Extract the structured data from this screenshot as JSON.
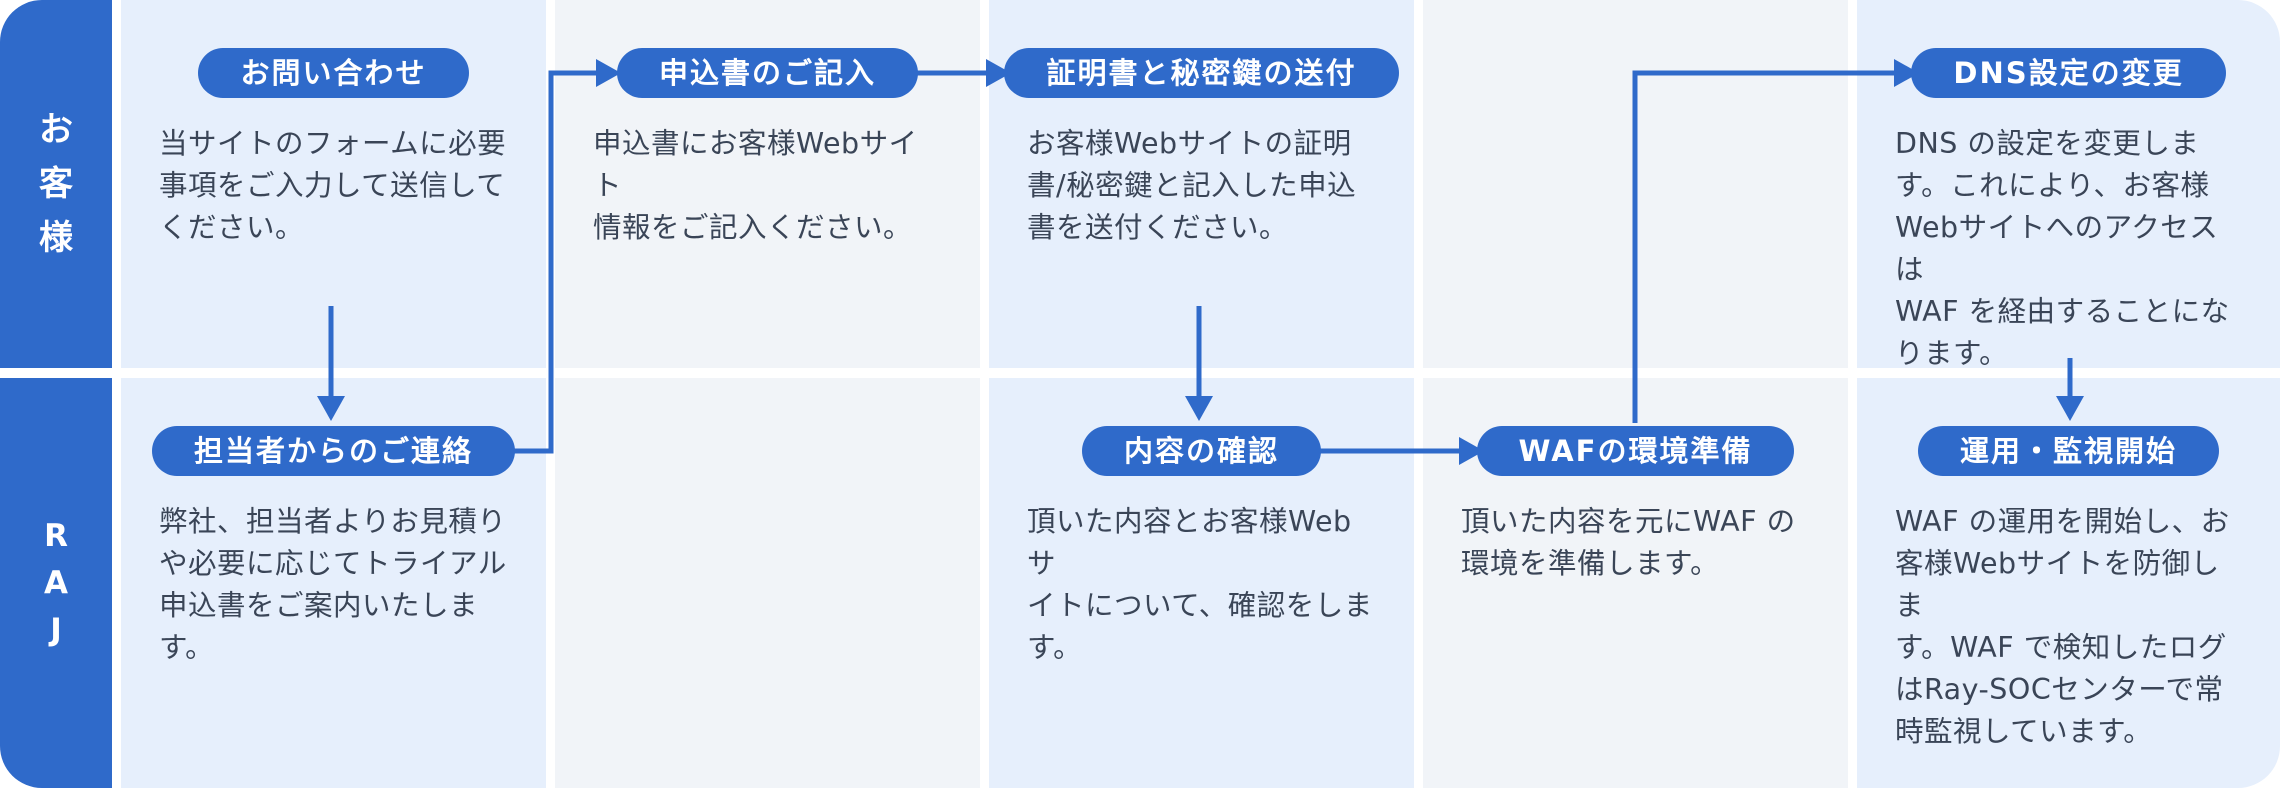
{
  "colors": {
    "primary_blue": "#2F6ACA",
    "cell_light_blue": "#E6EFFC",
    "cell_light_gray": "#F1F4F8",
    "text_dark": "#3A4557",
    "background": "#FFFFFF"
  },
  "lanes": [
    {
      "id": "customer",
      "label": "お客様",
      "label_chars": [
        "お",
        "客",
        "様"
      ]
    },
    {
      "id": "raj",
      "label": "RAJ",
      "label_chars": [
        "R",
        "A",
        "J"
      ]
    }
  ],
  "steps": [
    {
      "id": "inquiry",
      "lane": "customer",
      "column": 1,
      "title": "お問い合わせ",
      "description": "当サイトのフォームに必要\n事項をご入力して送信して\nください。"
    },
    {
      "id": "fill-application",
      "lane": "customer",
      "column": 2,
      "title": "申込書のご記入",
      "description": "申込書にお客様Webサイト\n情報をご記入ください。"
    },
    {
      "id": "send-cert-key",
      "lane": "customer",
      "column": 3,
      "title": "証明書と秘密鍵の送付",
      "description": "お客様Webサイトの証明\n書/秘密鍵と記入した申込\n書を送付ください。"
    },
    {
      "id": "dns-change",
      "lane": "customer",
      "column": 5,
      "title": "DNS設定の変更",
      "description": "DNS の設定を変更しま\nす。これにより、お客様\nWebサイトへのアクセスは\nWAF を経由することにな\nります。"
    },
    {
      "id": "contact-from-staff",
      "lane": "raj",
      "column": 1,
      "title": "担当者からのご連絡",
      "description": "弊社、担当者よりお見積り\nや必要に応じてトライアル\n申込書をご案内いたしま\nす。"
    },
    {
      "id": "confirm-content",
      "lane": "raj",
      "column": 3,
      "title": "内容の確認",
      "description": "頂いた内容とお客様Webサ\nイトについて、確認をしま\nす。"
    },
    {
      "id": "waf-setup",
      "lane": "raj",
      "column": 4,
      "title": "WAFの環境準備",
      "description": "頂いた内容を元にWAF の\n環境を準備します。"
    },
    {
      "id": "operation-start",
      "lane": "raj",
      "column": 5,
      "title": "運用・監視開始",
      "description": "WAF の運用を開始し、お\n客様Webサイトを防御しま\nす。WAF で検知したログ\nはRay-SOCセンターで常\n時監視しています。"
    }
  ],
  "flow": [
    {
      "from": "inquiry",
      "to": "contact-from-staff"
    },
    {
      "from": "contact-from-staff",
      "to": "fill-application"
    },
    {
      "from": "fill-application",
      "to": "send-cert-key"
    },
    {
      "from": "send-cert-key",
      "to": "confirm-content"
    },
    {
      "from": "confirm-content",
      "to": "waf-setup"
    },
    {
      "from": "waf-setup",
      "to": "dns-change"
    },
    {
      "from": "dns-change",
      "to": "operation-start"
    }
  ]
}
